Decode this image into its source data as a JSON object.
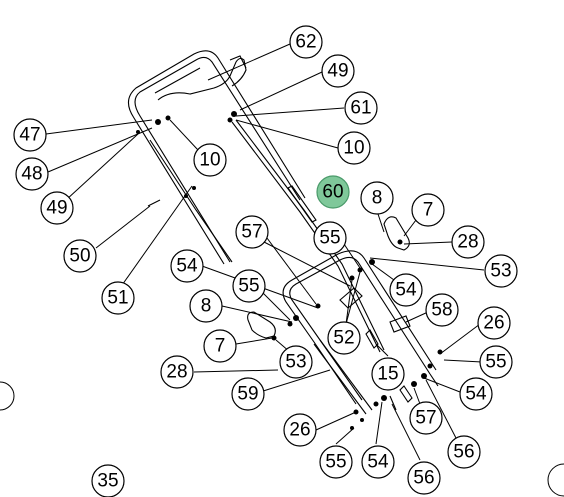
{
  "callouts": [
    {
      "id": "c62",
      "label": "62"
    },
    {
      "id": "c49a",
      "label": "49"
    },
    {
      "id": "c61",
      "label": "61"
    },
    {
      "id": "c47",
      "label": "47"
    },
    {
      "id": "c10a",
      "label": "10"
    },
    {
      "id": "c10b",
      "label": "10"
    },
    {
      "id": "c48",
      "label": "48"
    },
    {
      "id": "c49b",
      "label": "49"
    },
    {
      "id": "c60",
      "label": "60",
      "highlight": true
    },
    {
      "id": "c8a",
      "label": "8"
    },
    {
      "id": "c7a",
      "label": "7"
    },
    {
      "id": "c57a",
      "label": "57"
    },
    {
      "id": "c55a",
      "label": "55"
    },
    {
      "id": "c28a",
      "label": "28"
    },
    {
      "id": "c50",
      "label": "50"
    },
    {
      "id": "c53a",
      "label": "53"
    },
    {
      "id": "c54a",
      "label": "54"
    },
    {
      "id": "c51",
      "label": "51"
    },
    {
      "id": "c55b",
      "label": "55"
    },
    {
      "id": "c54b",
      "label": "54"
    },
    {
      "id": "c58",
      "label": "58"
    },
    {
      "id": "c8b",
      "label": "8"
    },
    {
      "id": "c52",
      "label": "52"
    },
    {
      "id": "c26a",
      "label": "26"
    },
    {
      "id": "c7b",
      "label": "7"
    },
    {
      "id": "c53b",
      "label": "53"
    },
    {
      "id": "c15",
      "label": "15"
    },
    {
      "id": "c55c",
      "label": "55"
    },
    {
      "id": "c28b",
      "label": "28"
    },
    {
      "id": "c59",
      "label": "59"
    },
    {
      "id": "c54c",
      "label": "54"
    },
    {
      "id": "c57b",
      "label": "57"
    },
    {
      "id": "c26b",
      "label": "26"
    },
    {
      "id": "c56a",
      "label": "56"
    },
    {
      "id": "c55d",
      "label": "55"
    },
    {
      "id": "c54d",
      "label": "54"
    },
    {
      "id": "c56b",
      "label": "56"
    },
    {
      "id": "c35",
      "label": "35"
    }
  ],
  "colors": {
    "highlight": "#7fc89a",
    "line": "#000000",
    "background": "#ffffff"
  }
}
